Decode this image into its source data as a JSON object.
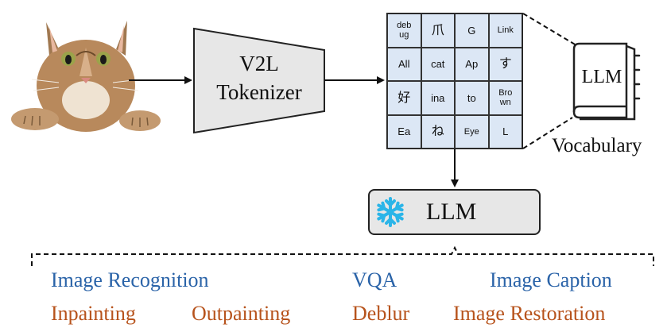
{
  "tokenizer": {
    "line1": "V2L",
    "line2": "Tokenizer"
  },
  "vocab_grid": [
    "deb\nug",
    "爪",
    "G",
    "Link",
    "All",
    "cat",
    "Ap",
    "す",
    "好",
    "ina",
    "to",
    "Bro\nwn",
    "Ea",
    "ね",
    "Eye",
    "L"
  ],
  "book": {
    "title": "LLM"
  },
  "vocabulary_label": "Vocabulary",
  "llm_box": {
    "label": "LLM",
    "icon": "snowflake-icon",
    "icon_color": "#2bb5e8"
  },
  "tasks": {
    "row1": [
      "Image Recognition",
      "VQA",
      "Image Caption"
    ],
    "row2": [
      "Inpainting",
      "Outpainting",
      "Deblur",
      "Image Restoration"
    ],
    "row1_color": "#2a63a8",
    "row2_color": "#b7531c"
  },
  "colors": {
    "grid_cell": "#dce7f5",
    "tokenizer_fill": "#e7e7e7"
  }
}
